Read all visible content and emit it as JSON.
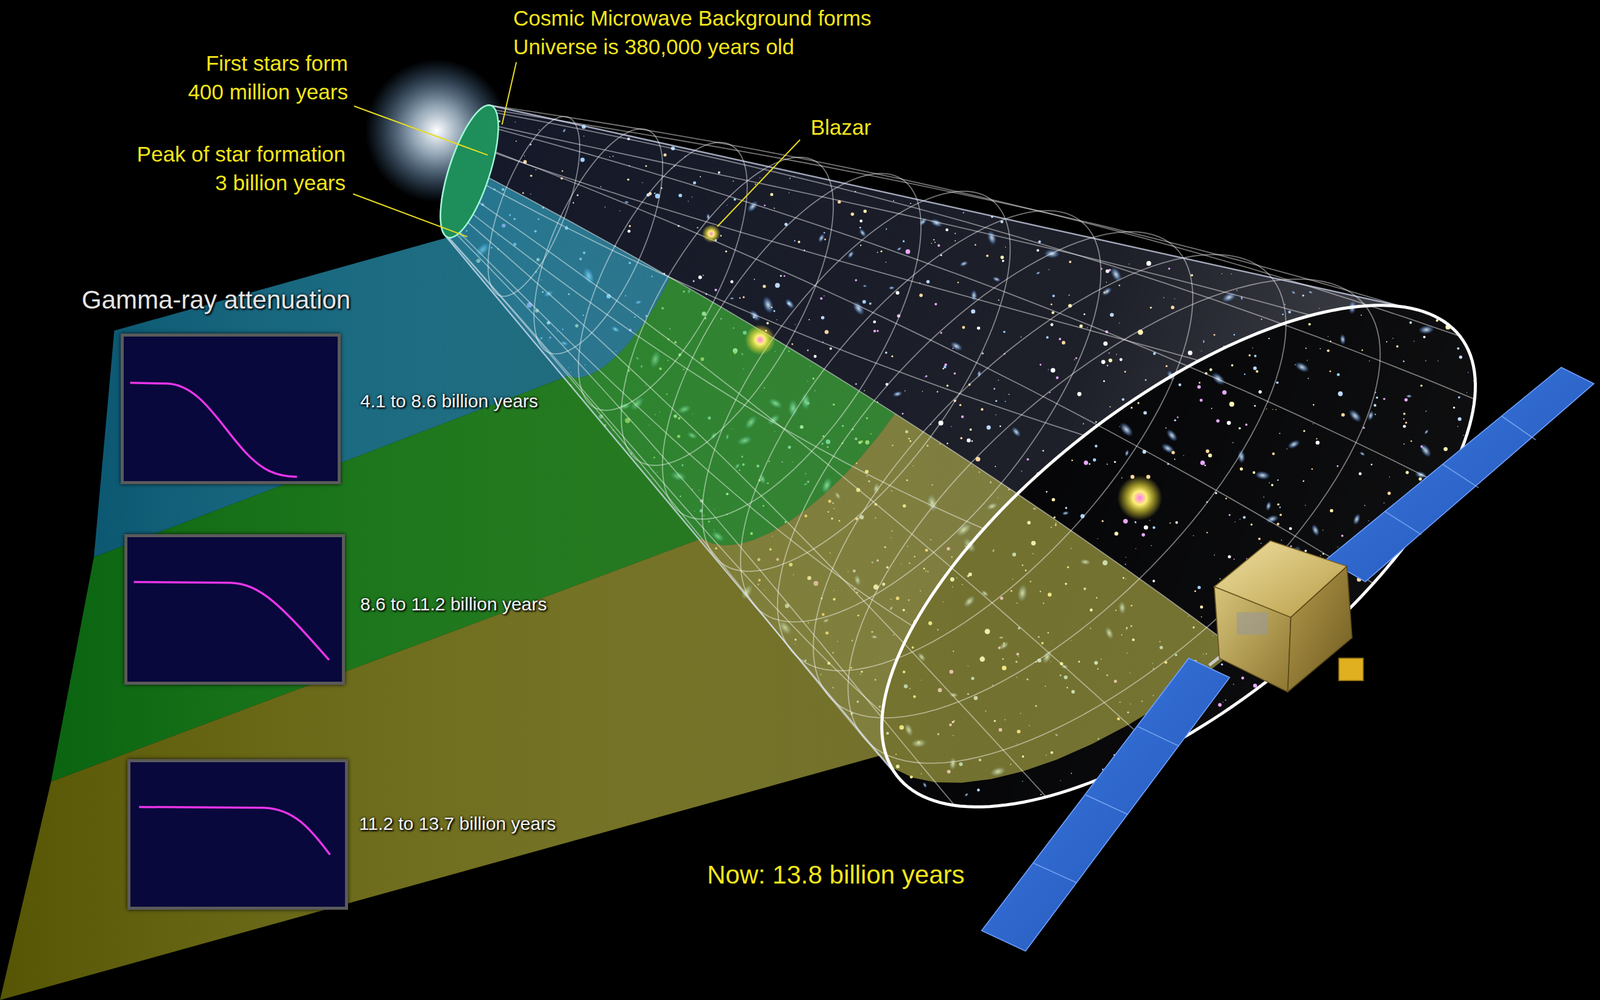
{
  "diagram": {
    "nodes": [
      {
        "text": [
          "4.1 to 8.6 billion years"
        ]
      },
      {
        "text": [
          "8.6 to 11.2 billion years"
        ]
      },
      {
        "text": [
          "11.2 to 13.7 billion years"
        ]
      }
    ],
    "labels": [
      "Cosmic Microwave Background forms",
      "Universe is 380,000 years old",
      "First stars form",
      "400 million years",
      "Peak of star formation",
      "3 billion years",
      "Blazar",
      "Gamma-ray attenuation",
      "Now: 13.8 billion years"
    ]
  }
}
